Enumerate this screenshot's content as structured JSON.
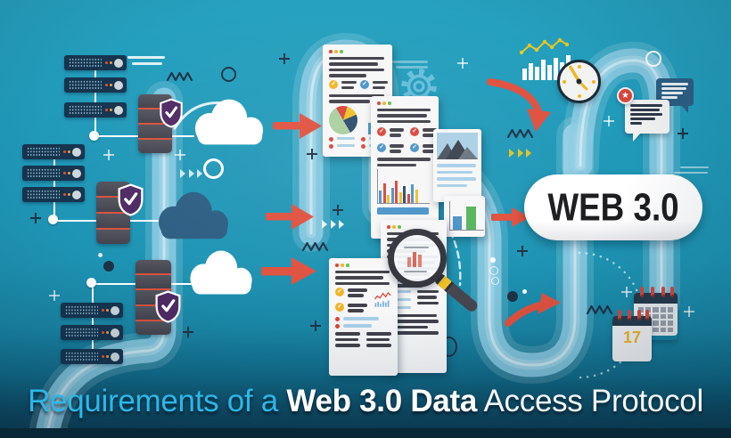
{
  "title": {
    "prefix": "Requirements of a ",
    "bold": "Web 3.0 Data",
    "suffix": " Access Protocol"
  },
  "sign": {
    "label": "WEB 3.0"
  },
  "calendar": {
    "day": "17"
  },
  "icons": {
    "star": "★"
  },
  "colors": {
    "background_teal": "#2098b8",
    "road_light_blue": "#8ccbe3",
    "accent_red": "#e0513f",
    "shield_purple": "#4f2a63",
    "server_navy": "#16344e",
    "cloud_dark_blue": "#2c5e83",
    "title_cyan": "#2cb7e8",
    "title_white": "#ffffff",
    "sign_text_black": "#1d1d1f",
    "calendar_day_yellow": "#f0b429",
    "chart_yellow": "#e8c623",
    "band_dark_teal": "#0c3a50"
  }
}
